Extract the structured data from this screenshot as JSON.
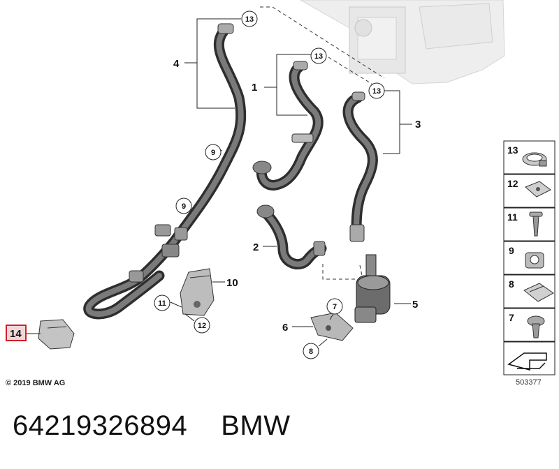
{
  "callouts": {
    "c1": "1",
    "c2": "2",
    "c3": "3",
    "c4": "4",
    "c5": "5",
    "c6": "6",
    "c10": "10",
    "c14": "14",
    "circ7": "7",
    "circ8": "8",
    "circ9a": "9",
    "circ9b": "9",
    "circ11": "11",
    "circ12": "12",
    "circ13a": "13",
    "circ13b": "13",
    "circ13c": "13"
  },
  "legend": [
    {
      "num": "13",
      "icon": "hose-clamp-icon"
    },
    {
      "num": "12",
      "icon": "clip-nut-icon"
    },
    {
      "num": "11",
      "icon": "screw-icon"
    },
    {
      "num": "9",
      "icon": "hose-holder-icon"
    },
    {
      "num": "8",
      "icon": "spring-nut-icon"
    },
    {
      "num": "7",
      "icon": "bolt-icon"
    },
    {
      "num": "",
      "icon": "direction-arrow-icon"
    }
  ],
  "copyright": "© 2019 BMW AG",
  "ref_code": "503377",
  "part_number": "64219326894",
  "brand": "BMW",
  "colors": {
    "highlight": "#d21f2b",
    "hose": "#5a5a5a"
  }
}
